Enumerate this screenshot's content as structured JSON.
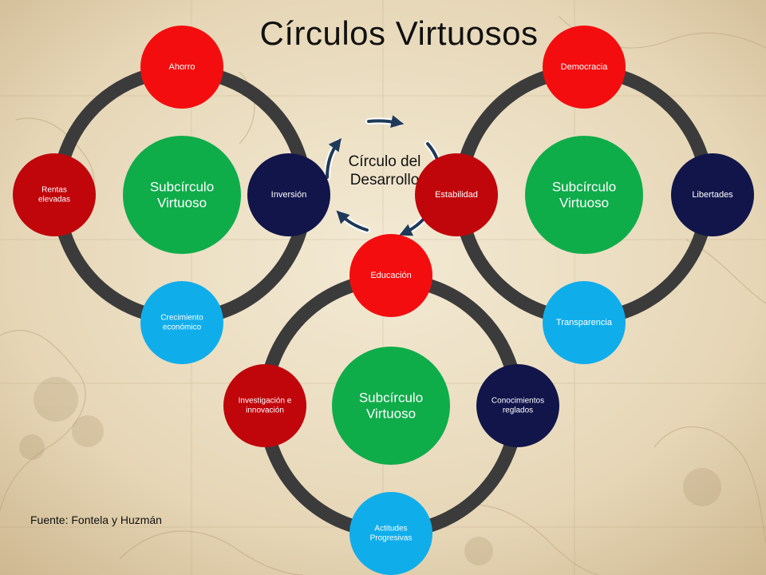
{
  "title": "Círculos Virtuosos",
  "source": "Fuente: Fontela y Huzmán",
  "center_label": "Círculo del Desarrollo",
  "center_label_lines": [
    "Círculo del",
    "Desarrollo"
  ],
  "colors": {
    "red": "#f40d0f",
    "dark_red": "#c0050b",
    "navy": "#11154a",
    "cyan": "#10adeb",
    "green": "#0fac4a",
    "ring": "#3b3b3b",
    "arrow": "#1f3a59"
  },
  "circles": [
    {
      "name": "left",
      "hub": {
        "label": "Subcírculo Virtuoso",
        "lines": [
          "Subcírculo",
          "Virtuoso"
        ]
      },
      "nodes": [
        {
          "label": "Ahorro",
          "lines": [
            "Ahorro"
          ],
          "color": "red"
        },
        {
          "label": "Inversión",
          "lines": [
            "Inversión"
          ],
          "color": "navy"
        },
        {
          "label": "Crecimiento económico",
          "lines": [
            "Crecimiento",
            "económico"
          ],
          "color": "cyan"
        },
        {
          "label": "Rentas elevadas",
          "lines": [
            "Rentas",
            "elevadas"
          ],
          "color": "dark_red"
        }
      ]
    },
    {
      "name": "right",
      "hub": {
        "label": "Subcírculo Virtuoso",
        "lines": [
          "Subcírculo",
          "Virtuoso"
        ]
      },
      "nodes": [
        {
          "label": "Democracia",
          "lines": [
            "Democracia"
          ],
          "color": "red"
        },
        {
          "label": "Libertades",
          "lines": [
            "Libertades"
          ],
          "color": "navy"
        },
        {
          "label": "Transparencia",
          "lines": [
            "Transparencia"
          ],
          "color": "cyan"
        },
        {
          "label": "Estabilidad",
          "lines": [
            "Estabilidad"
          ],
          "color": "dark_red"
        }
      ]
    },
    {
      "name": "bottom",
      "hub": {
        "label": "Subcírculo Virtuoso",
        "lines": [
          "Subcírculo",
          "Virtuoso"
        ]
      },
      "nodes": [
        {
          "label": "Educación",
          "lines": [
            "Educación"
          ],
          "color": "red"
        },
        {
          "label": "Conocimientos reglados",
          "lines": [
            "Conocimientos",
            "reglados"
          ],
          "color": "navy"
        },
        {
          "label": "Actitudes Progresivas",
          "lines": [
            "Actitudes",
            "Progresivas"
          ],
          "color": "cyan"
        },
        {
          "label": "Investigación e innovación",
          "lines": [
            "Investigación e",
            "innovación"
          ],
          "color": "dark_red"
        }
      ]
    }
  ]
}
